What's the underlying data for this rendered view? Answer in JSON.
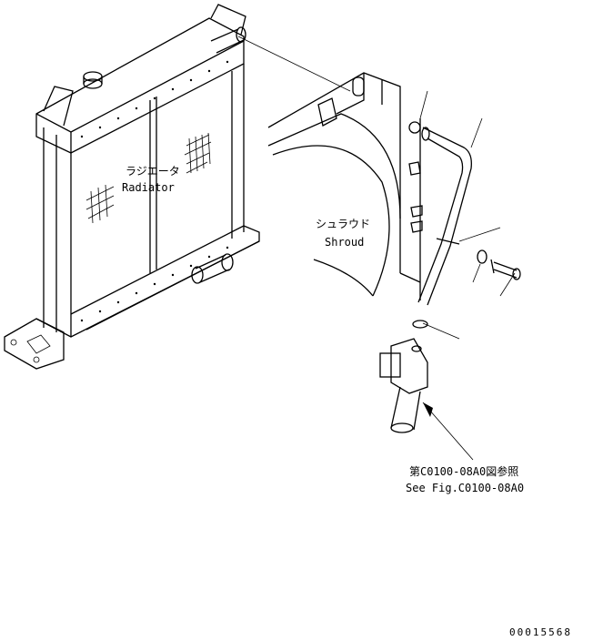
{
  "labels": {
    "radiator_jp": "ラジエータ",
    "radiator_en": "Radiator",
    "shroud_jp": "シュラウド",
    "shroud_en": "Shroud",
    "ref_jp": "第C0100-08A0図参照",
    "ref_en": "See Fig.C0100-08A0",
    "drawing_number": "00015568"
  }
}
